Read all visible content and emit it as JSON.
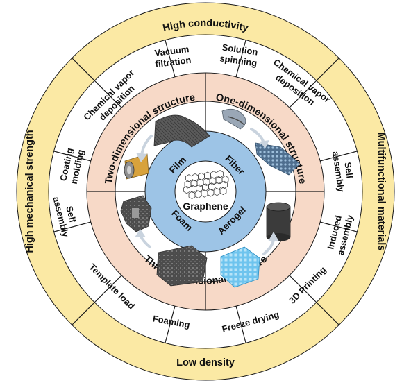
{
  "colors": {
    "outer_ring": "#fbe9a4",
    "method_ring": "#ffffff",
    "structure_ring": "#f7d9c7",
    "inner_ring": "#ffffff",
    "core_ring": "#9dc4e6",
    "center": "#ffffff",
    "lines": "#1a1a1a",
    "arrow": "#c9d3de"
  },
  "properties": {
    "top": "High conductivity",
    "right": "Multifunctional materials",
    "bottom": "Low density",
    "left": "High mechanical strength"
  },
  "methods": [
    "Vacuum filtration",
    "Solution spinning",
    "Chemical vapor deposition",
    "Self assembly",
    "Induced assembly",
    "3D Printing",
    "Freeze drying",
    "Foaming",
    "Template load",
    "Self assembly",
    "Coating molding",
    "Chemical vapor deposition"
  ],
  "structures": {
    "two_d": "Two-dimensional structure",
    "one_d": "One-dimensional structure",
    "three_d": "Three-dimensional structure"
  },
  "forms": {
    "film": "Film",
    "fiber": "Fiber",
    "foam": "Foam",
    "aerogel": "Aerogel"
  },
  "center_label": "Graphene"
}
